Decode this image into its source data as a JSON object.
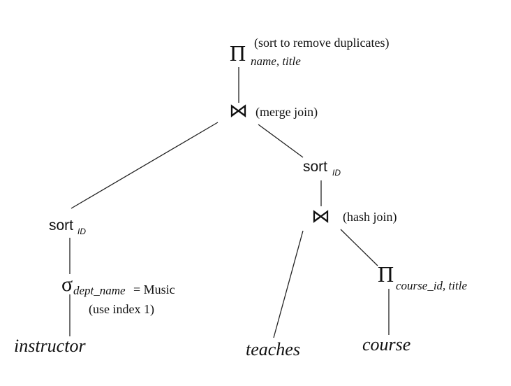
{
  "nodes": {
    "root_project": {
      "symbol": "Π",
      "subscript": "name, title",
      "note": "(sort to remove duplicates)"
    },
    "merge_join": {
      "symbol": "⋈",
      "note": "(merge join)"
    },
    "sort_right": {
      "label": "sort",
      "subscript": "ID"
    },
    "hash_join": {
      "symbol": "⋈",
      "note": "(hash join)"
    },
    "sort_left": {
      "label": "sort",
      "subscript": "ID"
    },
    "select": {
      "symbol": "σ",
      "subscript": "dept_name",
      "condition": "= Music",
      "note": "(use index 1)"
    },
    "course_project": {
      "symbol": "Π",
      "subscript": "course_id, title"
    },
    "instructor": {
      "label": "instructor"
    },
    "teaches": {
      "label": "teaches"
    },
    "course": {
      "label": "course"
    }
  }
}
